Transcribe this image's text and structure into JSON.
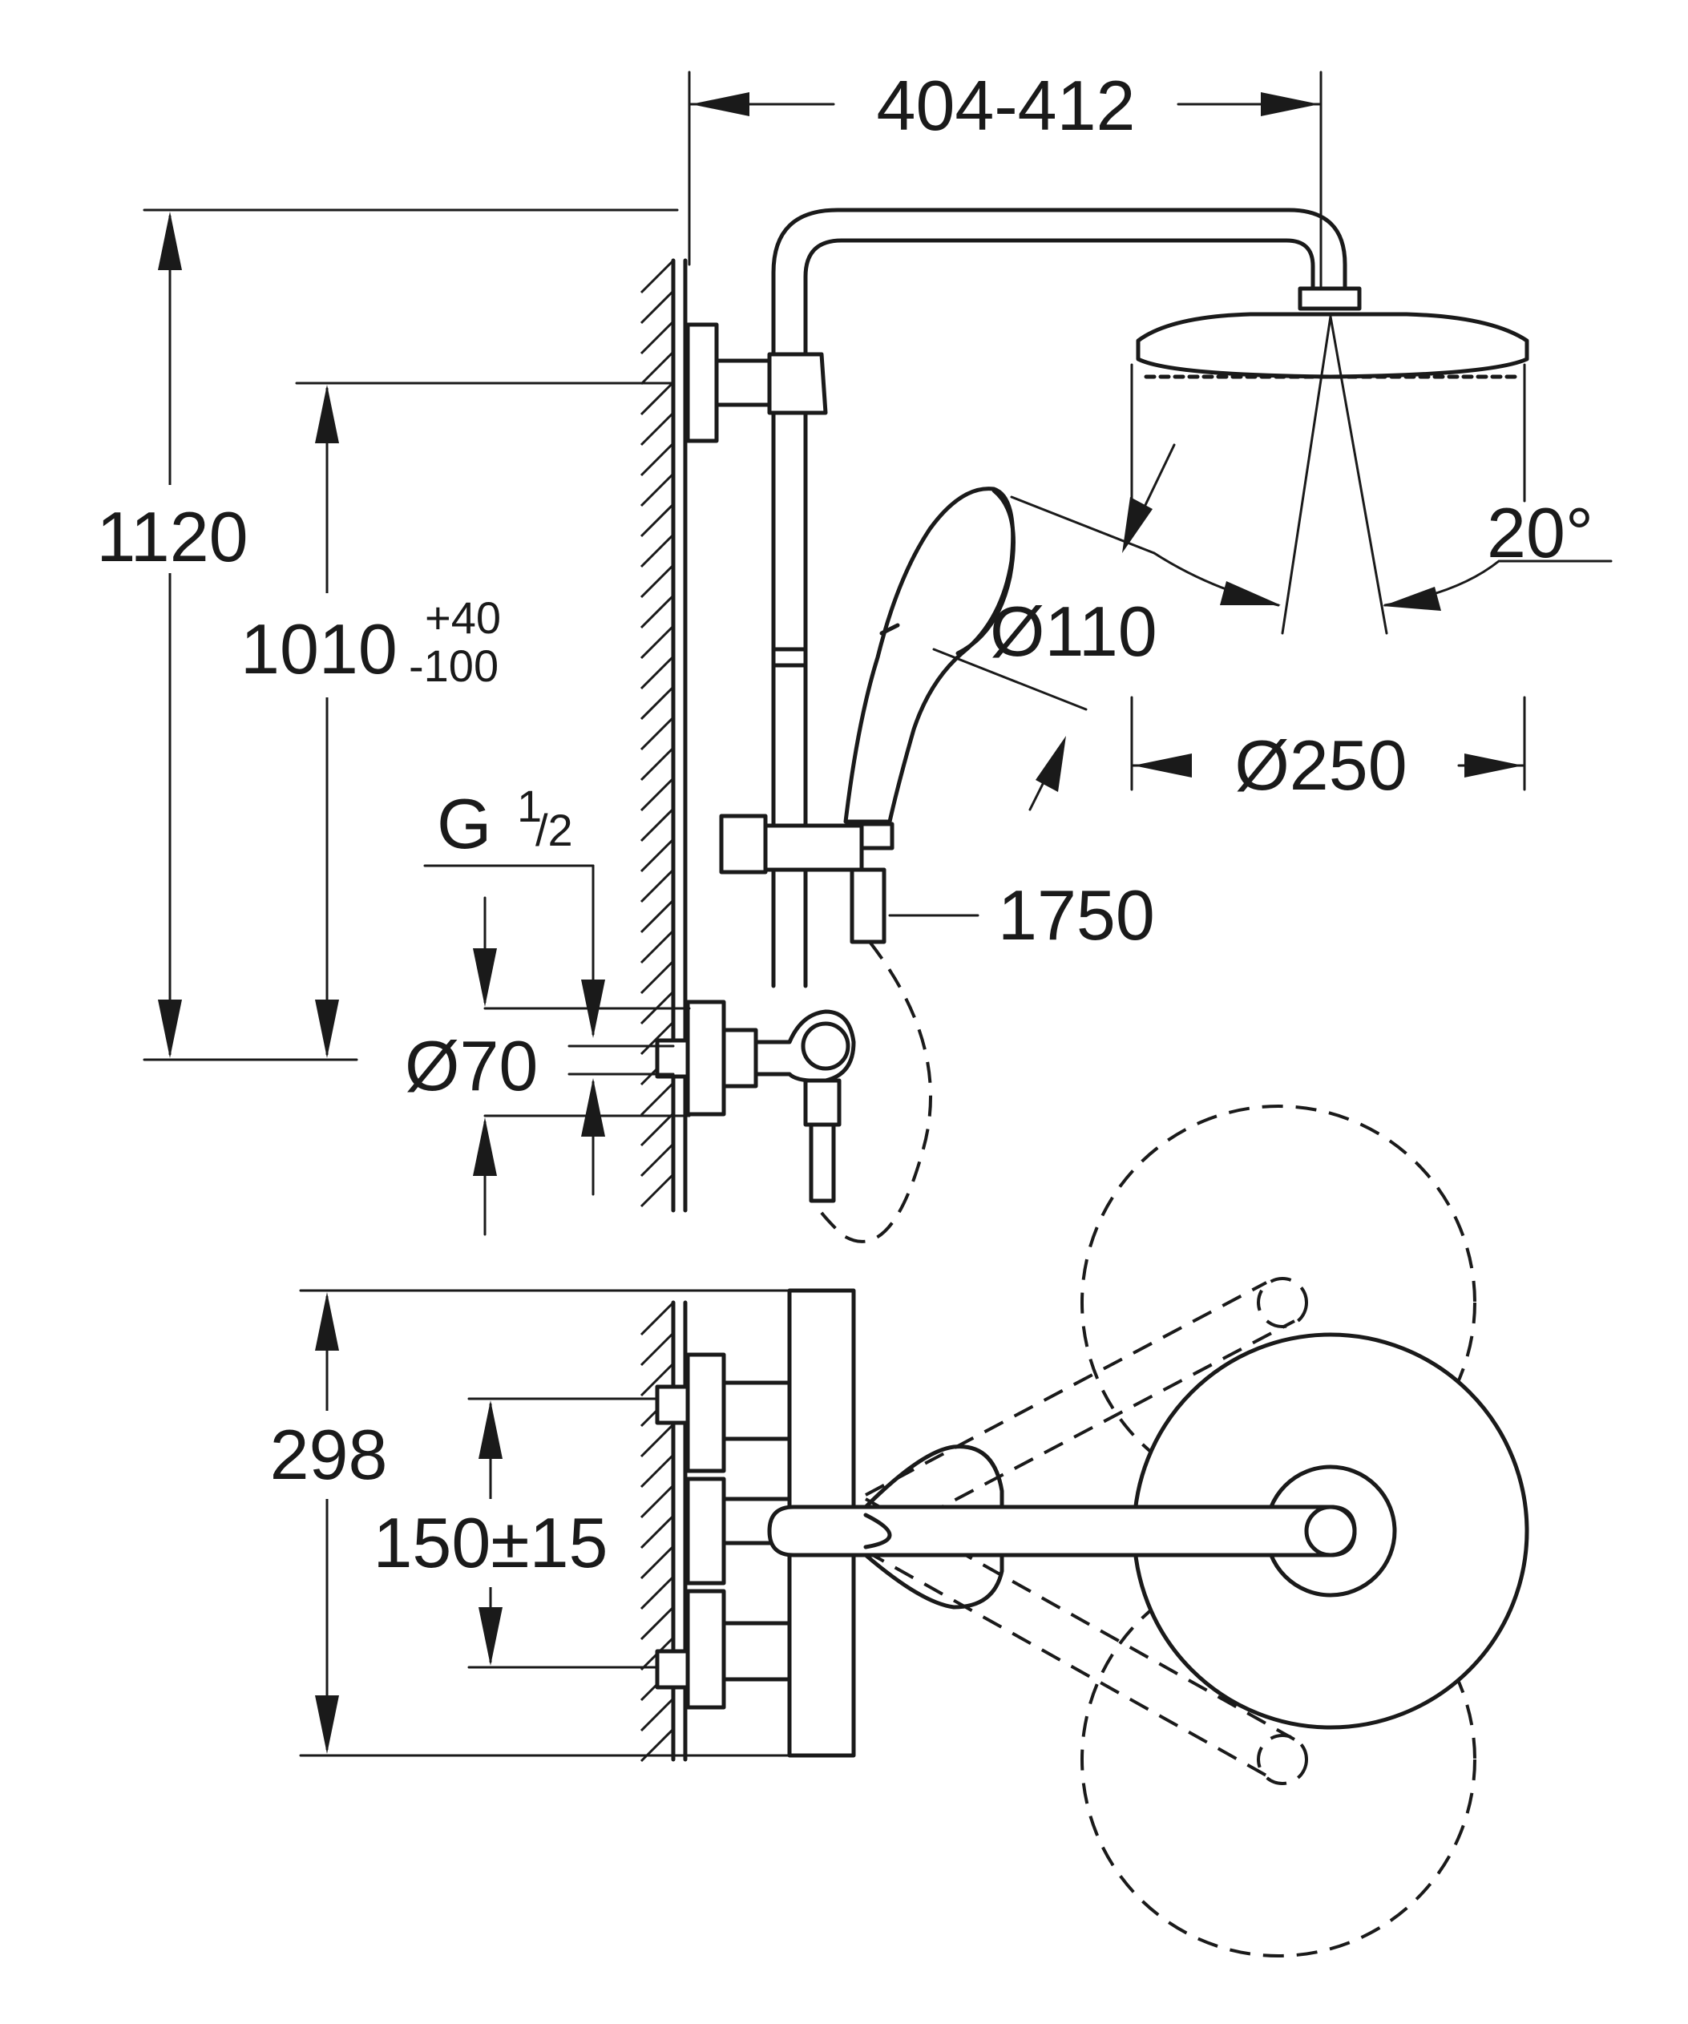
{
  "dimensions": {
    "arm_projection": "404-412",
    "total_height": "1120",
    "mount_height": "1010",
    "mount_tol_plus": "+40",
    "mount_tol_minus": "-100",
    "thread": "G",
    "thread_num": "1",
    "thread_den": "/2",
    "inlet_spacing_dia": "Ø70",
    "hose_length": "1750",
    "handshower_dia": "Ø110",
    "headshower_dia": "Ø250",
    "spray_angle": "20°",
    "mixer_height": "298",
    "inlet_centers": "150±15"
  },
  "colors": {
    "line": "#1a1a1a",
    "background": "#ffffff"
  }
}
